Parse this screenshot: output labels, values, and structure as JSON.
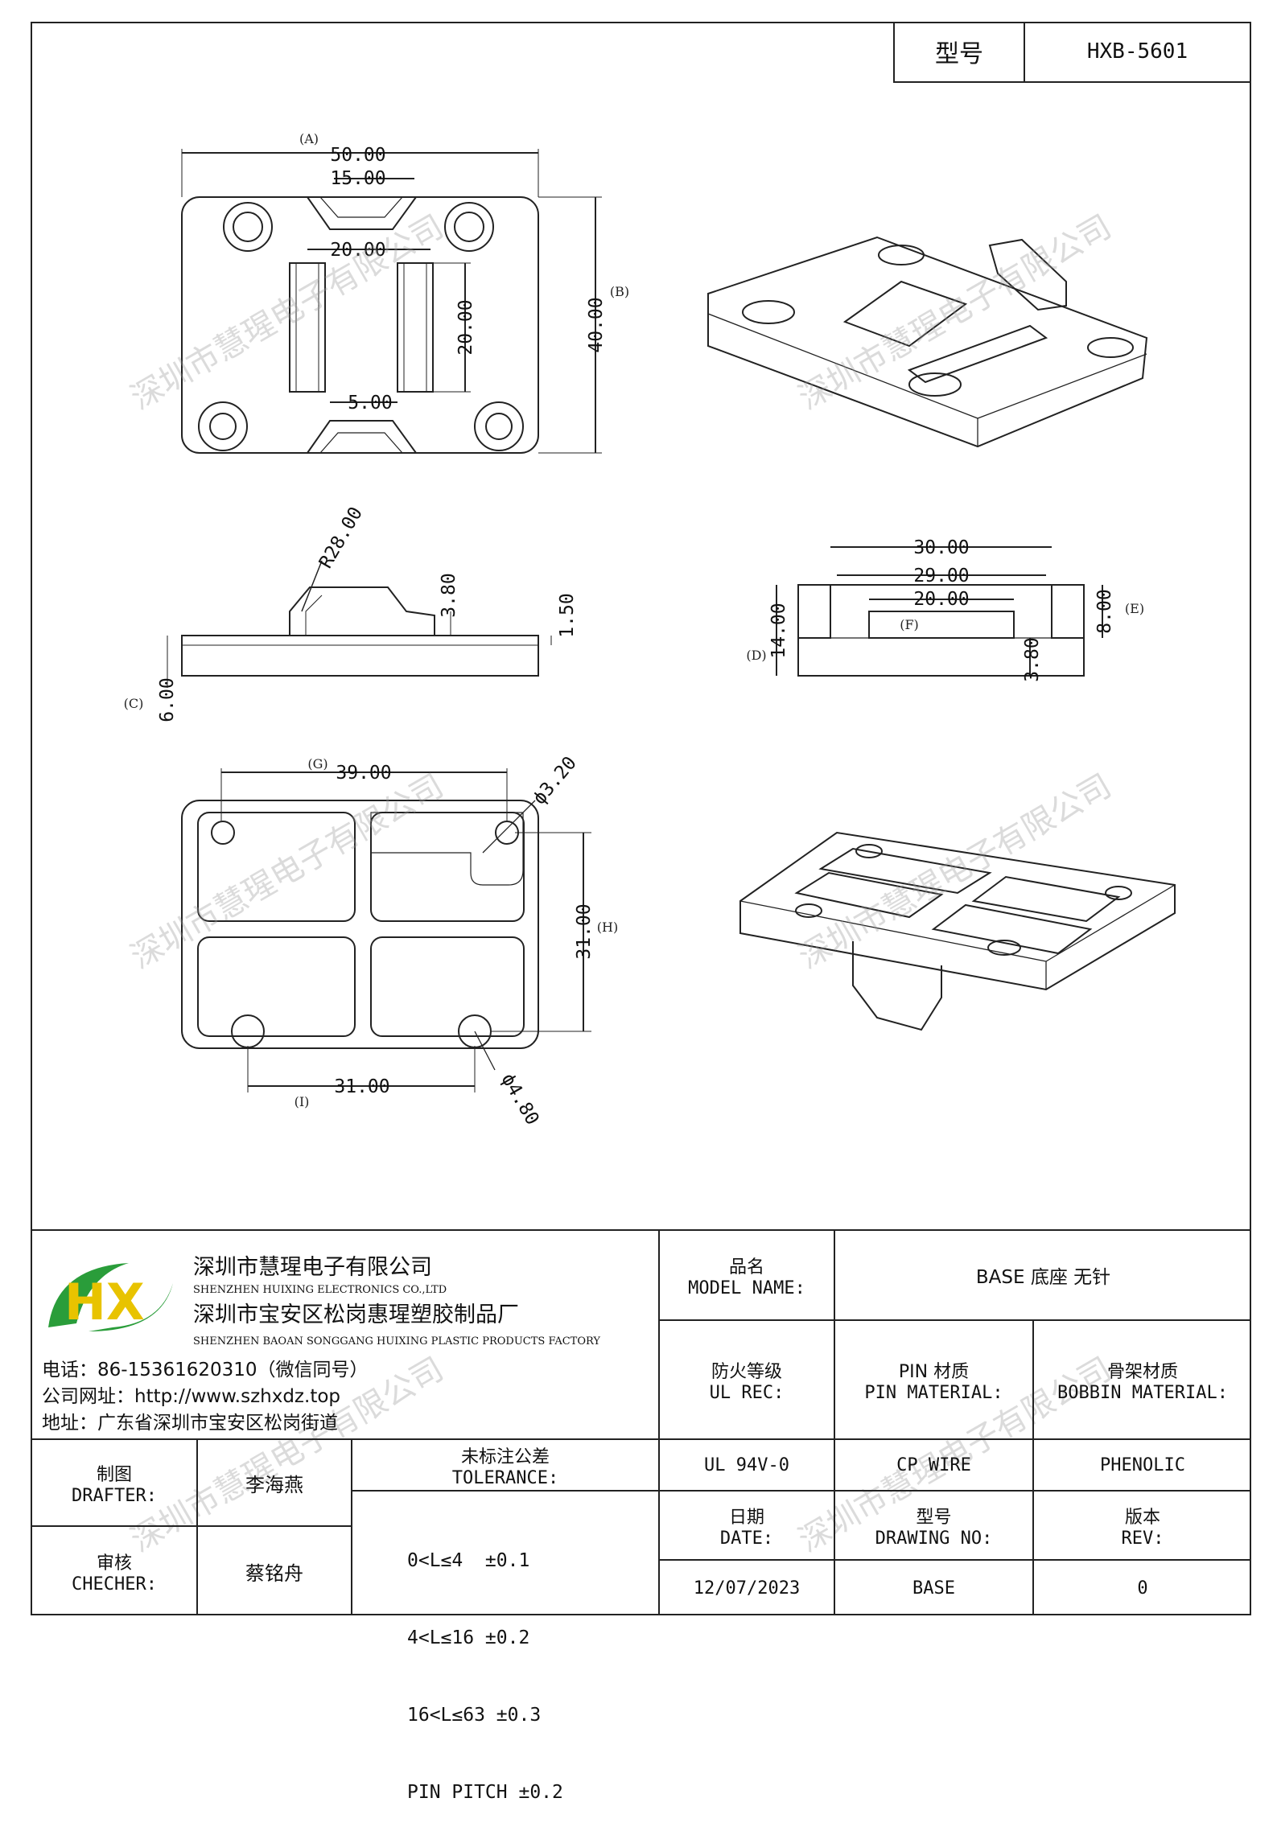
{
  "header": {
    "model_label": "型号",
    "model_value": "HXB-5601"
  },
  "dimensions": {
    "top_width": "50.00",
    "top_slot": "15.00",
    "top_spacing": "20.00",
    "top_height": "40.00",
    "slot_height": "20.00",
    "slot_width": "5.00",
    "radius": "R28.00",
    "side_h1": "3.80",
    "side_h2": "1.50",
    "side_total": "6.00",
    "end_w1": "30.00",
    "end_w2": "29.00",
    "end_w3": "20.00",
    "end_h": "14.00",
    "end_h2": "8.00",
    "end_h3": "3.80",
    "bot_w": "39.00",
    "bot_hole": "ϕ3.20",
    "bot_h": "31.00",
    "bot_w2": "31.00",
    "bot_hole2": "ϕ4.80"
  },
  "labels": {
    "a": "(A)",
    "b": "(B)",
    "c": "(C)",
    "d": "(D)",
    "e": "(E)",
    "f": "(F)",
    "g": "(G)",
    "h": "(H)",
    "i": "(I)"
  },
  "watermark": "深圳市慧瑆电子有限公司",
  "company": {
    "name_cn": "深圳市慧瑆电子有限公司",
    "name_en": "SHENZHEN HUIXING ELECTRONICS CO.,LTD",
    "factory_cn": "深圳市宝安区松岗惠瑆塑胶制品厂",
    "factory_en": "SHENZHEN BAOAN SONGGANG HUIXING PLASTIC PRODUCTS FACTORY",
    "phone": "电话：86-15361620310（微信同号）",
    "web": "公司网址：http://www.szhxdz.top",
    "address": "地址：广东省深圳市宝安区松岗街道",
    "logo_text": "HX"
  },
  "title_block": {
    "model_name_cn": "品名",
    "model_name_en": "MODEL NAME:",
    "model_name_value": "BASE 底座 无针",
    "ul_cn": "防火等级",
    "ul_en": "UL REC:",
    "ul_value": "UL 94V-0",
    "pin_cn": "PIN 材质",
    "pin_en": "PIN MATERIAL:",
    "pin_value": "CP WIRE",
    "bobbin_cn": "骨架材质",
    "bobbin_en": "BOBBIN MATERIAL:",
    "bobbin_value": "PHENOLIC",
    "drafter_cn": "制图",
    "drafter_en": "DRAFTER:",
    "drafter_value": "李海燕",
    "checker_cn": "审核",
    "checker_en": "CHECHER:",
    "checker_value": "蔡铭舟",
    "tol_cn": "未标注公差",
    "tol_en": "TOLERANCE:",
    "tol_lines": [
      "0<L≤4  ±0.1",
      "4<L≤16 ±0.2",
      "16<L≤63 ±0.3",
      "PIN PITCH ±0.2"
    ],
    "date_cn": "日期",
    "date_en": "DATE:",
    "date_value": "12/07/2023",
    "dwg_cn": "型号",
    "dwg_en": "DRAWING NO:",
    "dwg_value": "BASE",
    "rev_cn": "版本",
    "rev_en": "REV:",
    "rev_value": "0"
  }
}
